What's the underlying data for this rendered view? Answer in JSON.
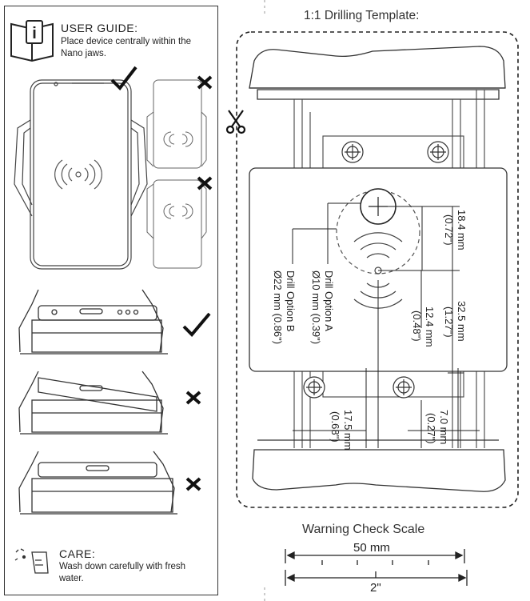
{
  "guide": {
    "title": "USER GUIDE:",
    "line1": "Place device centrally within the",
    "line2": "Nano jaws."
  },
  "care": {
    "title": "CARE:",
    "line1": "Wash down carefully with fresh",
    "line2": "water."
  },
  "template": {
    "title": "1:1 Drilling Template:"
  },
  "dimensions": {
    "d1_mm": "18.4 mm",
    "d1_in": "(0.72\")",
    "d2_mm": "32.5 mm",
    "d2_in": "(1.27\")",
    "d3_mm": "12.4 mm",
    "d3_in": "(0.48\")",
    "drillA_label": "Drill Option A",
    "drillA_size": "Ø10 mm (0.39\")",
    "drillB_label": "Drill Option B",
    "drillB_size": "Ø22 mm (0.86\")",
    "d4_mm": "17.5 mm",
    "d4_in": "(0.68\")",
    "d5_mm": "7.0 mm",
    "d5_in": "(0.27\")"
  },
  "scale": {
    "title": "Warning Check Scale",
    "mm_label": "50 mm",
    "in_label": "2\""
  },
  "icons": [
    "book-info-icon",
    "check-icon",
    "cross-icon",
    "scissors-icon",
    "wireless-charging-icon",
    "cleaning-hand-icon"
  ]
}
